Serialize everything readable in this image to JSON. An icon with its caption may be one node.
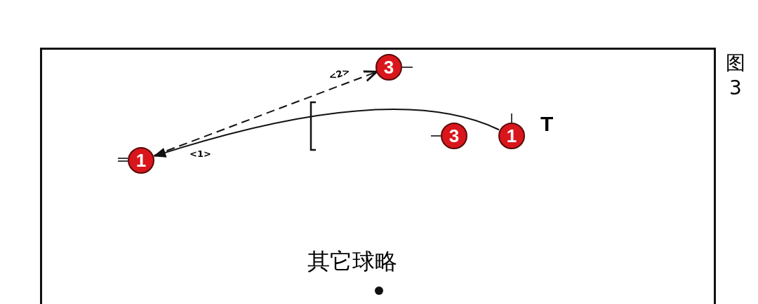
{
  "diagram": {
    "nodes": [
      {
        "text": [
          "1"
        ]
      },
      {
        "text": [
          "3"
        ]
      },
      {
        "text": [
          "3"
        ]
      },
      {
        "text": [
          "1"
        ]
      }
    ],
    "edges": [
      {
        "from": 3,
        "to": 0,
        "arrow": "to",
        "label": "<1>"
      },
      {
        "from": 0,
        "to": 1,
        "arrow": "to",
        "label": "<2>",
        "style": "dashed"
      }
    ],
    "labels": [
      "图3",
      "T",
      "其它球略"
    ]
  }
}
